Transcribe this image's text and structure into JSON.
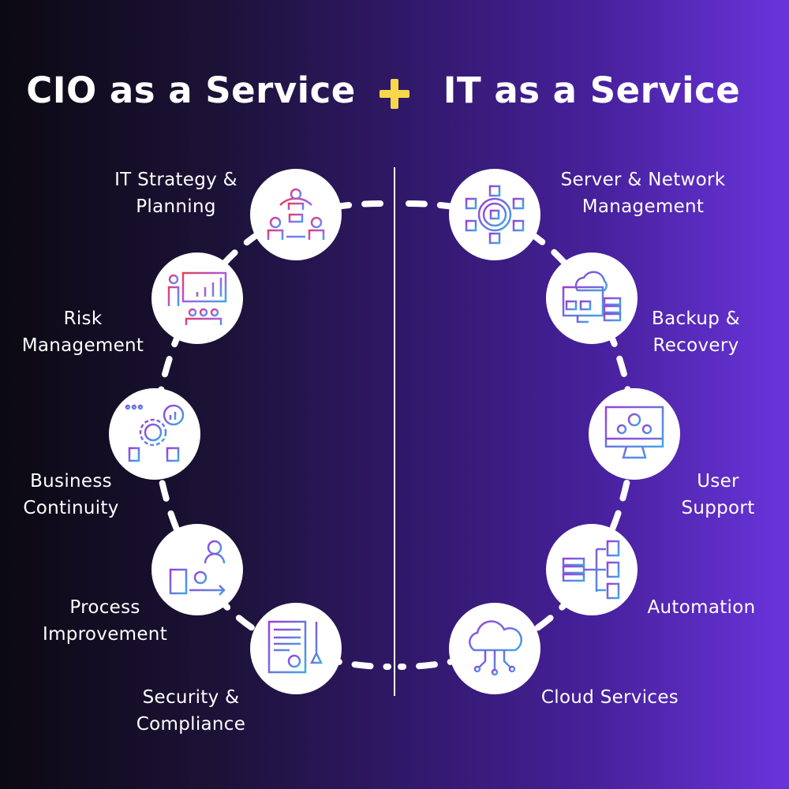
{
  "header": {
    "left_title": "CIO as a Service",
    "right_title": "IT as a Service",
    "plus_icon": "plus-icon",
    "plus_color": "#f6d84a"
  },
  "left_services": [
    {
      "line1": "IT Strategy &",
      "line2": "Planning",
      "icon": "team-meeting-icon"
    },
    {
      "line1": "Risk",
      "line2": "Management",
      "icon": "presentation-chart-icon"
    },
    {
      "line1": "Business",
      "line2": "Continuity",
      "icon": "gear-cycle-icon"
    },
    {
      "line1": "Process",
      "line2": "Improvement",
      "icon": "process-workflow-icon"
    },
    {
      "line1": "Security &",
      "line2": "Compliance",
      "icon": "certificate-pen-icon"
    }
  ],
  "right_services": [
    {
      "line1": "Server & Network",
      "line2": "Management",
      "icon": "network-hub-icon"
    },
    {
      "line1": "Backup &",
      "line2": "Recovery",
      "icon": "cloud-backup-icon"
    },
    {
      "line1": "User",
      "line2": "Support",
      "icon": "monitor-gears-icon"
    },
    {
      "line1": "Automation",
      "line2": "",
      "icon": "server-automation-icon"
    },
    {
      "line1": "Cloud Services",
      "line2": "",
      "icon": "cloud-network-icon"
    }
  ]
}
